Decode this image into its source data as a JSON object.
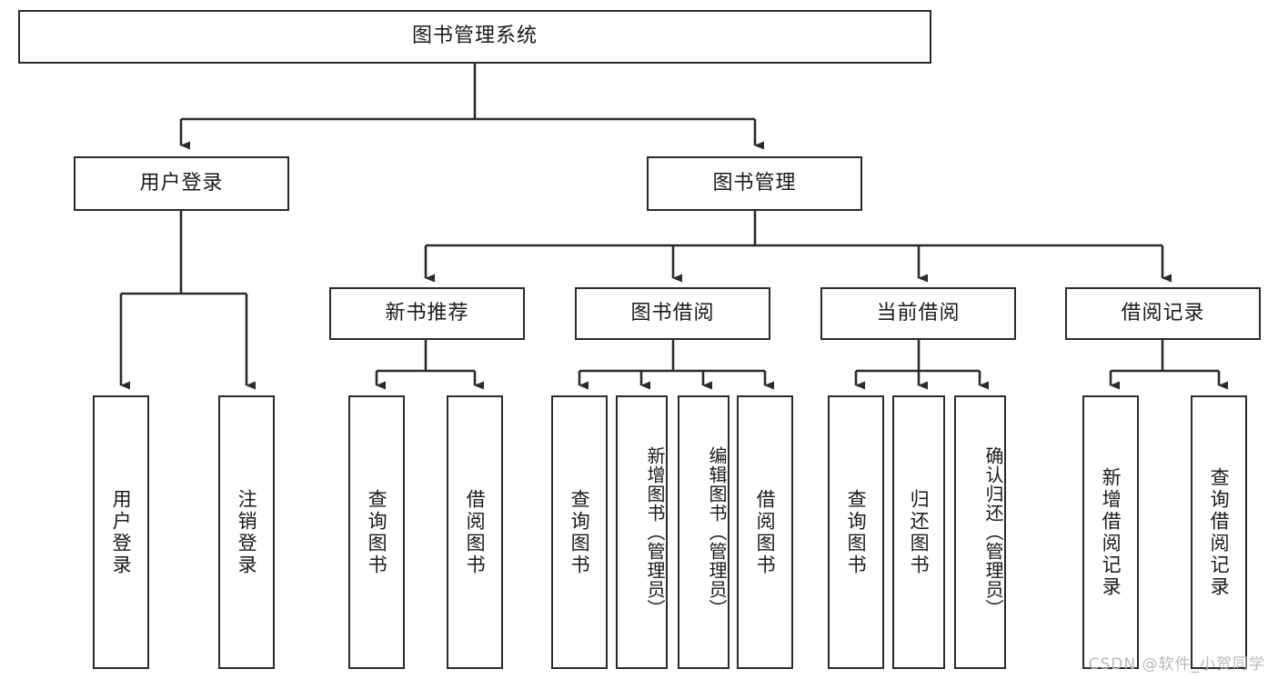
{
  "diagram": {
    "title": "图书管理系统",
    "type": "tree-hierarchy-diagram",
    "accent_color": "#2b2b2b",
    "background_color": "#ffffff",
    "root": {
      "label": "图书管理系统"
    },
    "level2": [
      {
        "label": "用户登录"
      },
      {
        "label": "图书管理"
      }
    ],
    "level3": [
      {
        "label": "新书推荐"
      },
      {
        "label": "图书借阅"
      },
      {
        "label": "当前借阅"
      },
      {
        "label": "借阅记录"
      }
    ],
    "leaves": {
      "user_login": [
        {
          "label": "用户登录"
        },
        {
          "label": "注销登录"
        }
      ],
      "new_book": [
        {
          "label": "查询图书"
        },
        {
          "label": "借阅图书"
        }
      ],
      "book_borrow": [
        {
          "label": "查询图书"
        },
        {
          "label": "新增图书（管理员）"
        },
        {
          "label": "编辑图书（管理员）"
        },
        {
          "label": "借阅图书"
        }
      ],
      "current_borrow": [
        {
          "label": "查询图书"
        },
        {
          "label": "归还图书"
        },
        {
          "label": "确认归还（管理员）"
        }
      ],
      "borrow_record": [
        {
          "label": "新增借阅记录"
        },
        {
          "label": "查询借阅记录"
        }
      ]
    }
  },
  "watermark": {
    "text": "CSDN @软件_小贺同学"
  }
}
